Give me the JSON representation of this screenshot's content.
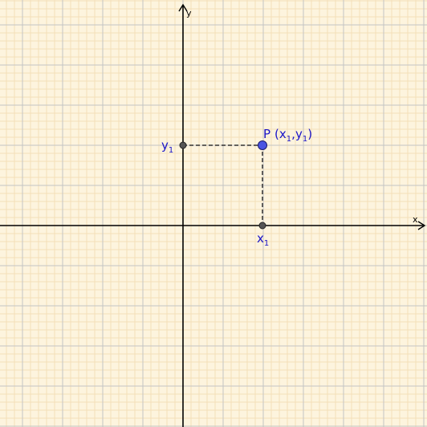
{
  "axes": {
    "x_label": "x",
    "y_label": "y"
  },
  "point_p": {
    "name": "P",
    "open_paren": "(",
    "x_letter": "x",
    "x_sub": "1",
    "comma": ",",
    "y_letter": "y",
    "y_sub": "1",
    "close_paren": ")"
  },
  "x_tick": {
    "letter": "x",
    "sub": "1"
  },
  "y_tick": {
    "letter": "y",
    "sub": "1"
  },
  "colors": {
    "background": "#fdf4de",
    "minor_grid": "#f3dfb8",
    "major_grid": "#c4c4c4",
    "axis": "#000000",
    "label_blue": "#1a14c7",
    "point_fill": "#4a55e2",
    "foot_fill": "#555555"
  }
}
